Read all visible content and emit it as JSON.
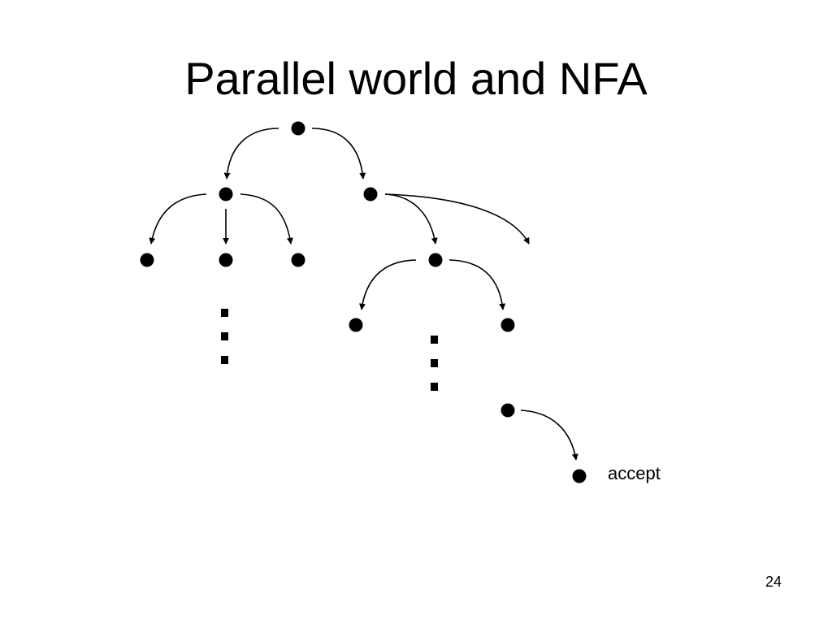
{
  "slide": {
    "title": "Parallel world and NFA",
    "accept_label": "accept",
    "page_number": "24"
  },
  "diagram": {
    "nodes": [
      "root",
      "a",
      "b",
      "a1",
      "a2",
      "a3",
      "b1",
      "b11",
      "b12",
      "b121",
      "accept"
    ],
    "edges": [
      {
        "from": "root",
        "to": "a"
      },
      {
        "from": "root",
        "to": "b"
      },
      {
        "from": "a",
        "to": "a1"
      },
      {
        "from": "a",
        "to": "a2"
      },
      {
        "from": "a",
        "to": "a3"
      },
      {
        "from": "b",
        "to": "b1"
      },
      {
        "from": "b",
        "to": "off-screen"
      },
      {
        "from": "b1",
        "to": "b11"
      },
      {
        "from": "b1",
        "to": "b12"
      },
      {
        "from": "b121",
        "to": "accept"
      }
    ],
    "continuations": [
      {
        "below": "a2",
        "symbol": "ellipsis-vertical"
      },
      {
        "below": "b1",
        "symbol": "ellipsis-vertical"
      }
    ]
  }
}
